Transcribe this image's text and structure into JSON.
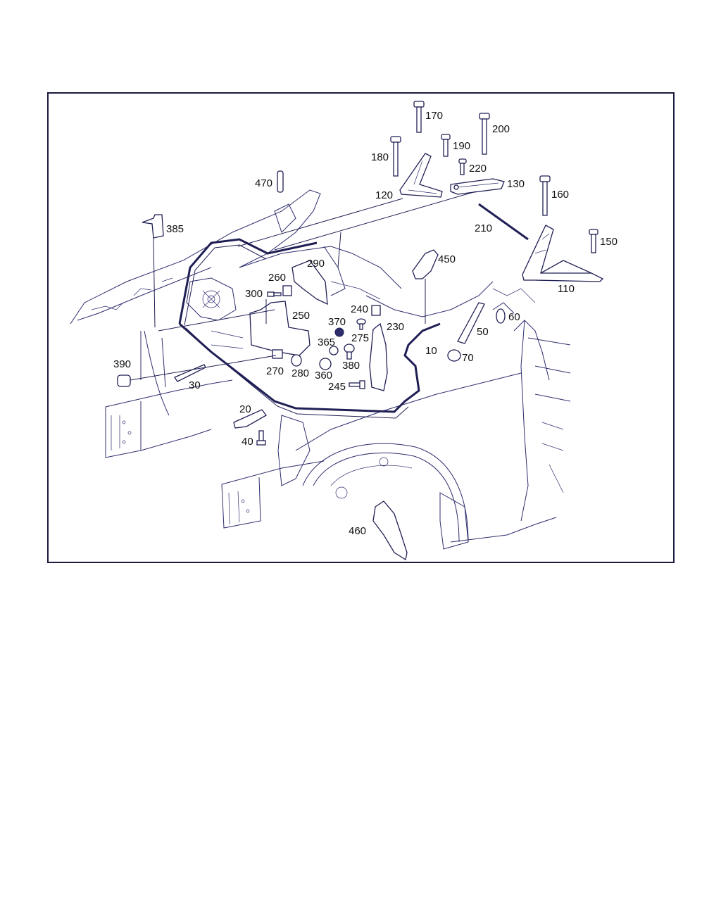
{
  "diagram": {
    "callouts": [
      {
        "id": "c170",
        "text": "170"
      },
      {
        "id": "c200",
        "text": "200"
      },
      {
        "id": "c190",
        "text": "190"
      },
      {
        "id": "c180",
        "text": "180"
      },
      {
        "id": "c220",
        "text": "220"
      },
      {
        "id": "c470",
        "text": "470"
      },
      {
        "id": "c120",
        "text": "120"
      },
      {
        "id": "c130",
        "text": "130"
      },
      {
        "id": "c160",
        "text": "160"
      },
      {
        "id": "c385",
        "text": "385"
      },
      {
        "id": "c210",
        "text": "210"
      },
      {
        "id": "c150",
        "text": "150"
      },
      {
        "id": "c290",
        "text": "290"
      },
      {
        "id": "c450",
        "text": "450"
      },
      {
        "id": "c260",
        "text": "260"
      },
      {
        "id": "c110",
        "text": "110"
      },
      {
        "id": "c300",
        "text": "300"
      },
      {
        "id": "c250",
        "text": "250"
      },
      {
        "id": "c240",
        "text": "240"
      },
      {
        "id": "c60",
        "text": "60"
      },
      {
        "id": "c370",
        "text": "370"
      },
      {
        "id": "c230",
        "text": "230"
      },
      {
        "id": "c50",
        "text": "50"
      },
      {
        "id": "c365",
        "text": "365"
      },
      {
        "id": "c275",
        "text": "275"
      },
      {
        "id": "c10",
        "text": "10"
      },
      {
        "id": "c390",
        "text": "390"
      },
      {
        "id": "c70",
        "text": "70"
      },
      {
        "id": "c380",
        "text": "380"
      },
      {
        "id": "c270",
        "text": "270"
      },
      {
        "id": "c280",
        "text": "280"
      },
      {
        "id": "c360",
        "text": "360"
      },
      {
        "id": "c30",
        "text": "30"
      },
      {
        "id": "c245",
        "text": "245"
      },
      {
        "id": "c20",
        "text": "20"
      },
      {
        "id": "c40",
        "text": "40"
      },
      {
        "id": "c460",
        "text": "460"
      }
    ]
  }
}
